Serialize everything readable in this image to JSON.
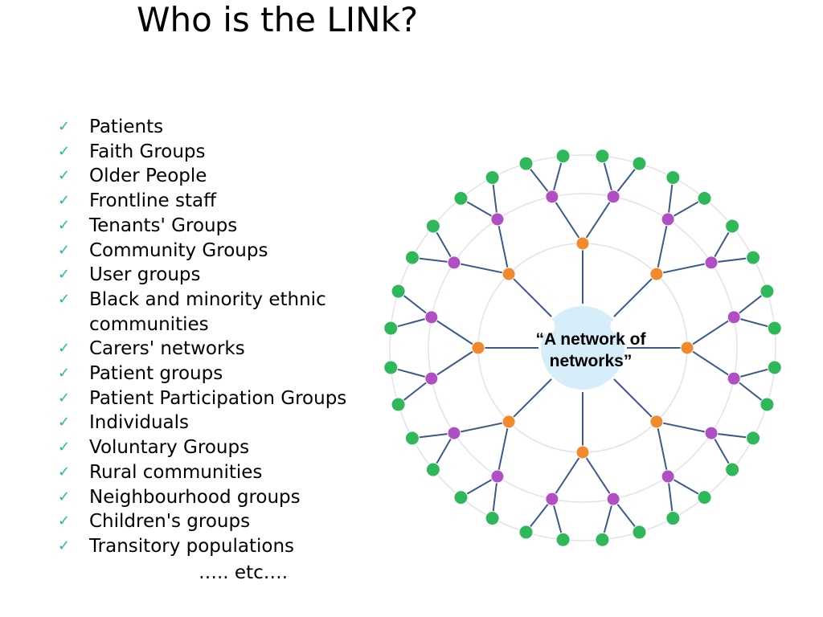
{
  "slide": {
    "title": "Who is the LINk?",
    "checkmark_icon": "checkmark-icon",
    "items": [
      "Patients",
      "Faith Groups",
      "Older People",
      "Frontline staff",
      "Tenants' Groups",
      "Community Groups",
      "User groups",
      "Black and minority ethnic communities",
      "Carers' networks",
      "Patient groups",
      "Patient Participation Groups",
      "Individuals",
      "Voluntary Groups",
      "Rural communities",
      "Neighbourhood groups",
      "Children's groups",
      "Transitory populations"
    ],
    "etc": "….. etc…."
  },
  "diagram": {
    "center_label_line1": "“A network of",
    "center_label_line2": "networks”",
    "colors": {
      "center": "#d6eefa",
      "hub": "#f08a2c",
      "branch": "#b04fc4",
      "leaf": "#2fb85a",
      "spoke": "#3a5a8c",
      "ring": "#e6e0e8"
    }
  }
}
